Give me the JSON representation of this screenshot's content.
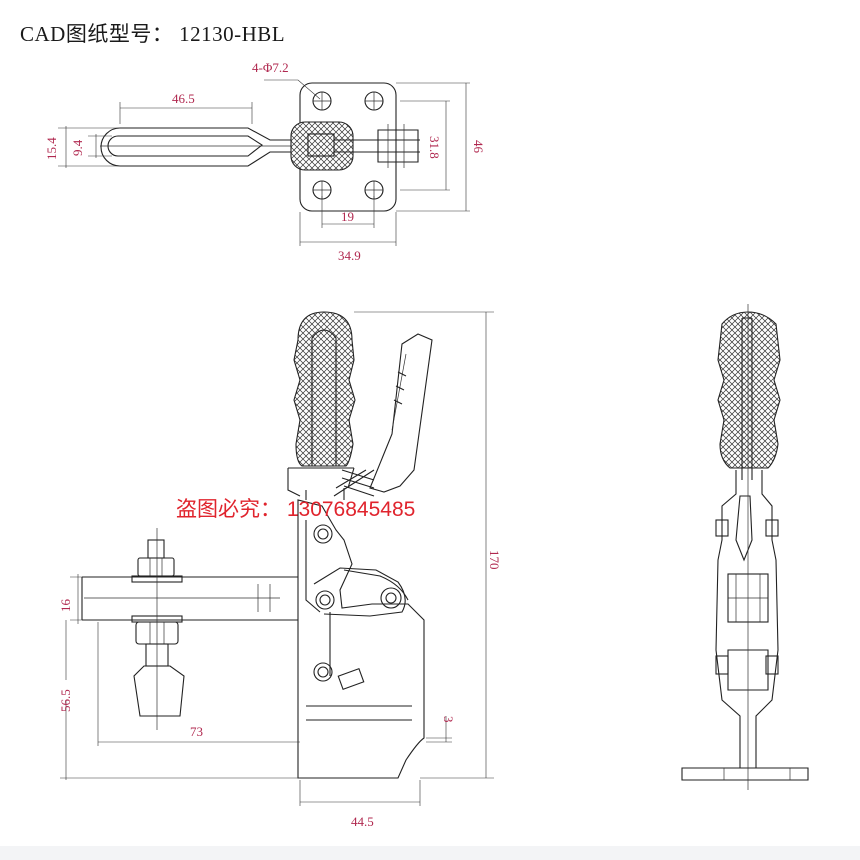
{
  "title": "CAD图纸型号：  12130-HBL",
  "colors": {
    "dimension": "#b0284f",
    "line": "#222222",
    "watermark": "#e0242d",
    "grip": "#333333"
  },
  "watermark": "盗图必究：  13076845485",
  "top_view": {
    "hole_callout": "4-Φ7.2",
    "dims": {
      "slot_length": "46.5",
      "slot_outer_width": "15.4",
      "slot_inner_width": "9.4",
      "hole_pitch_v": "31.8",
      "plate_height": "46",
      "hole_pitch_h": "19",
      "plate_width": "34.9"
    }
  },
  "front_view": {
    "dims": {
      "overall_height": "170",
      "arm_thickness": "16",
      "spindle_height": "56.5",
      "reach": "73",
      "base_step": "3",
      "base_width": "44.5"
    }
  },
  "side_view": {}
}
